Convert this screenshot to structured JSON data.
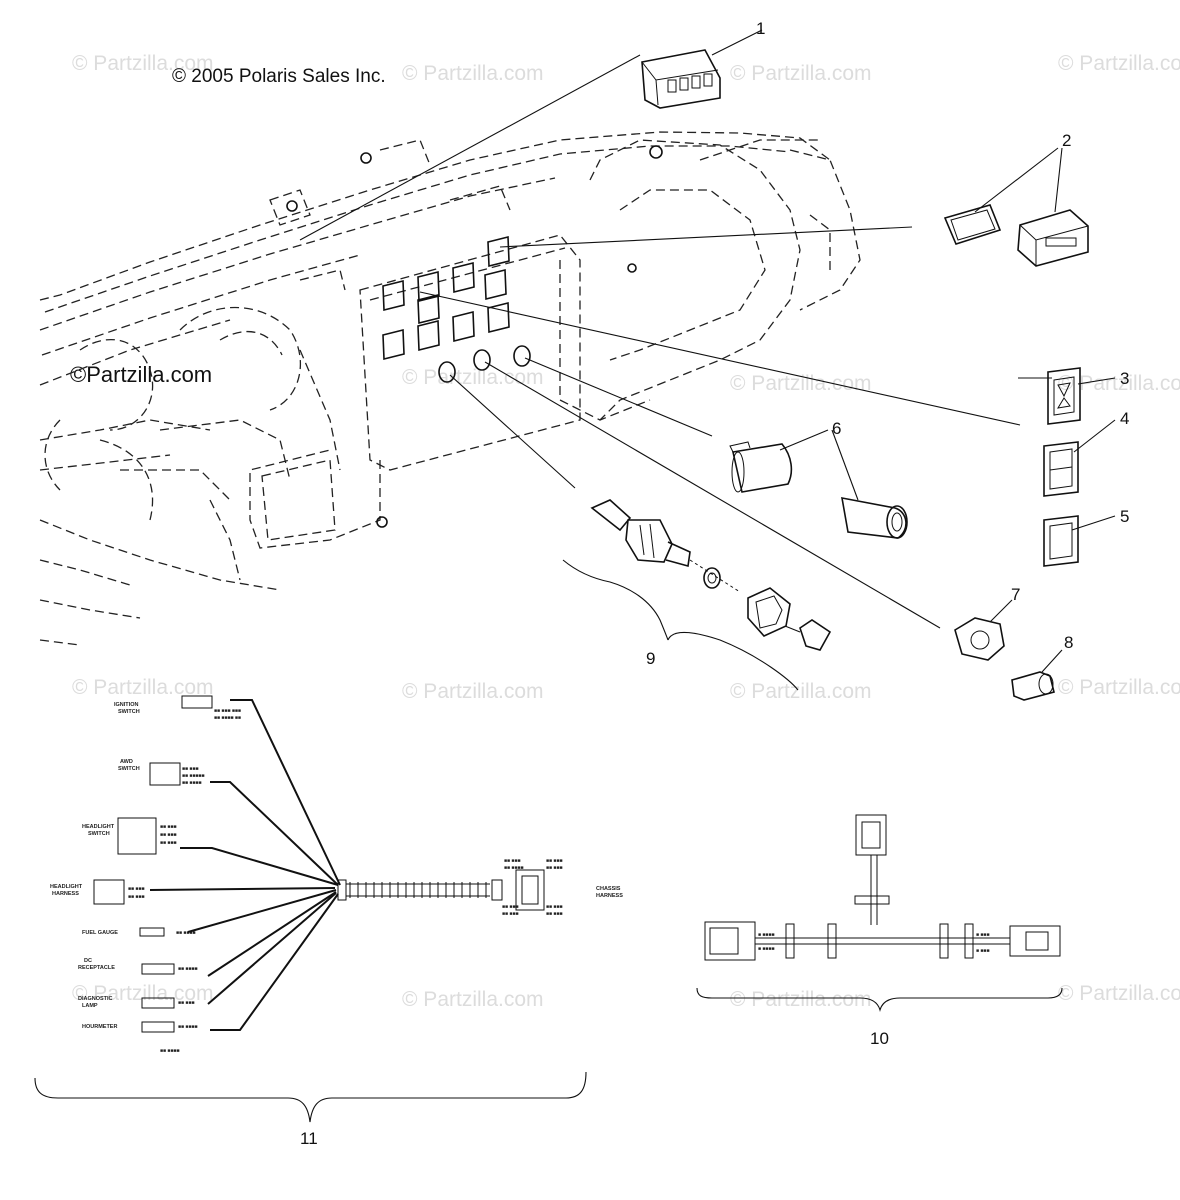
{
  "copyright": "© 2005 Polaris Sales Inc.",
  "watermark": "© Partzilla.com",
  "watermark_primary": "©Partzilla.com",
  "callouts": [
    "1",
    "2",
    "3",
    "4",
    "5",
    "6",
    "7",
    "8",
    "9",
    "10",
    "11"
  ]
}
